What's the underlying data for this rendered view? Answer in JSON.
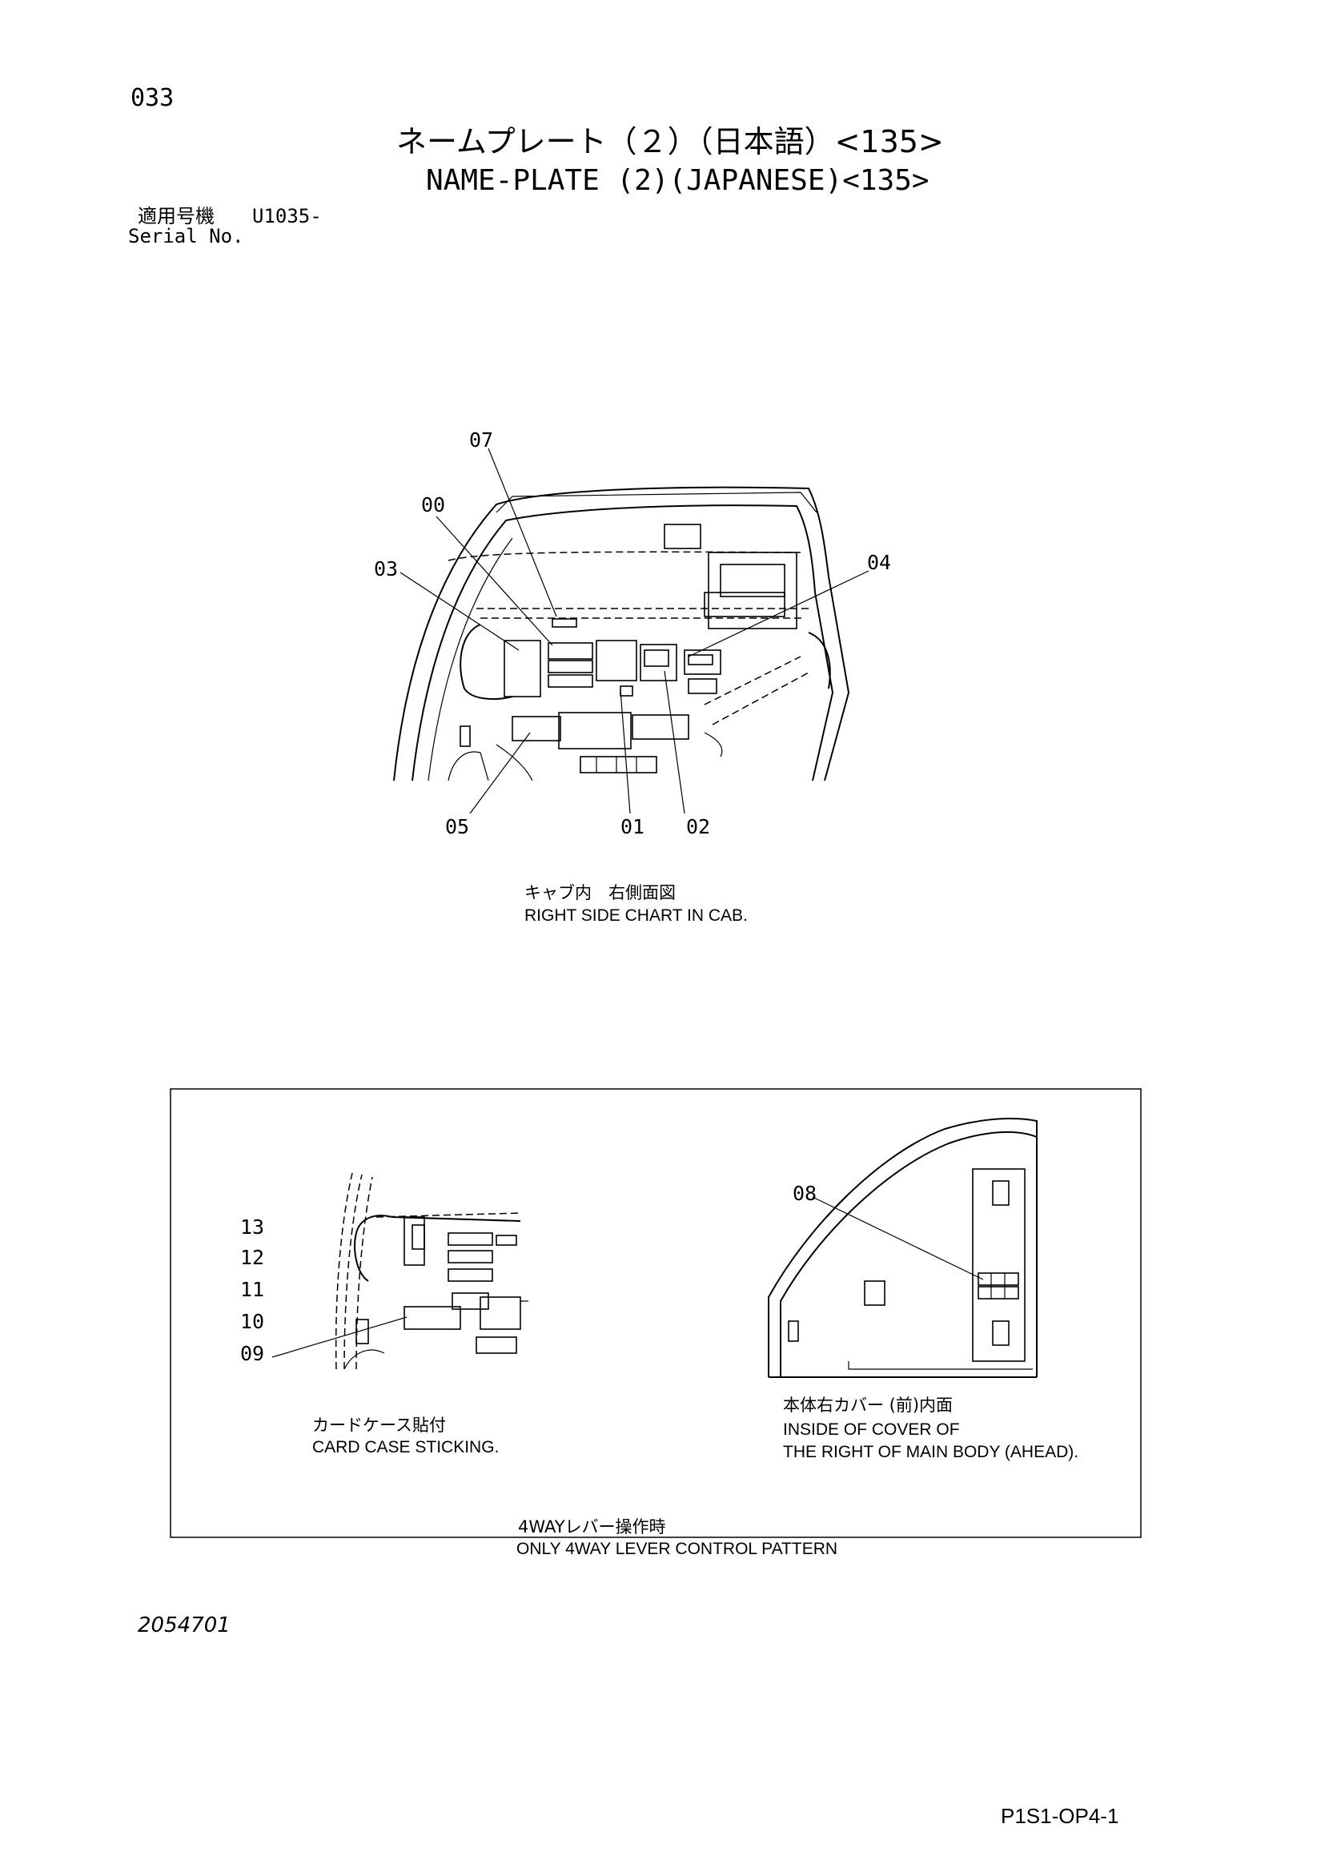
{
  "header": {
    "page_number": "033",
    "title_japanese": "ネームプレート（２）（日本語）<135>",
    "title_english": "NAME-PLATE (2)(JAPANESE)<135>",
    "serial_label_japanese": "適用号機",
    "serial_value": "U1035-",
    "serial_label_english": "Serial No."
  },
  "top_view": {
    "callouts": [
      "07",
      "00",
      "03",
      "04",
      "05",
      "01",
      "02"
    ],
    "caption_japanese": "キャブ内　右側面図",
    "caption_english": "RIGHT SIDE CHART IN CAB."
  },
  "inset": {
    "left_view": {
      "callouts": [
        "13",
        "12",
        "11",
        "10",
        "09"
      ],
      "caption_japanese": "カードケース貼付",
      "caption_english": "CARD CASE STICKING."
    },
    "right_view": {
      "callouts": [
        "08"
      ],
      "caption_japanese": "本体右カバー (前)内面",
      "caption_english_line1": "INSIDE OF COVER OF",
      "caption_english_line2": "THE RIGHT OF MAIN BODY (AHEAD)."
    },
    "note_japanese": "4WAYレバー操作時",
    "note_english": "ONLY 4WAY LEVER CONTROL PATTERN"
  },
  "footer": {
    "document_number": "2054701",
    "page_code": "P1S1-OP4-1"
  }
}
